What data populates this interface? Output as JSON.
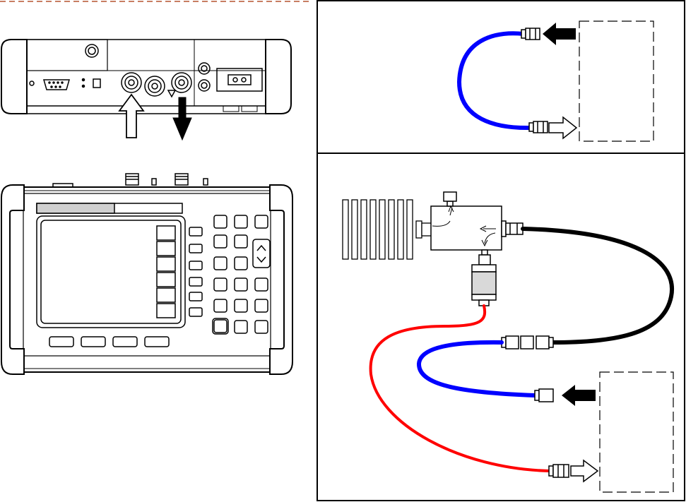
{
  "figure": {
    "title": "",
    "colors": {
      "outline": "#000000",
      "separator": "#b5542f",
      "cable_blue": "#0000ff",
      "cable_red": "#ff0000",
      "cable_black": "#000000",
      "attenuator_fill": "#d9d9d9",
      "display_bar": "#d0d0d0",
      "background": "#ffffff"
    },
    "panels": [
      {
        "id": "device-top-view",
        "label": ""
      },
      {
        "id": "device-front-view",
        "label": ""
      },
      {
        "id": "direct-connection-setup",
        "label": ""
      },
      {
        "id": "high-power-setup",
        "label": ""
      }
    ],
    "icons": [
      "rf-in-port-icon",
      "rf-out-port-icon",
      "arrow-in-icon",
      "arrow-out-icon",
      "heatsink-load-icon",
      "coupler-icon",
      "attenuator-icon",
      "dut-box-icon"
    ]
  }
}
